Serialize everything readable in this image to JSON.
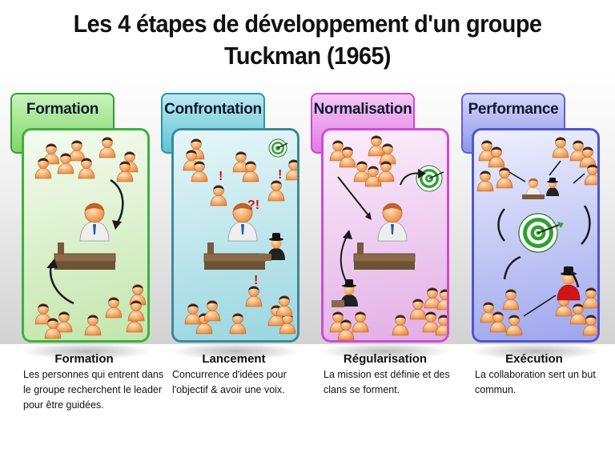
{
  "title": {
    "line1": "Les 4 étapes de développement d'un groupe",
    "line2": "Tuckman (1965)"
  },
  "colors": {
    "formation": "#3cb23c",
    "confrontation": "#2aa6b8",
    "normalisation": "#d04ad6",
    "performance": "#4d55d6",
    "person_skin": "#f5a35a",
    "person_hair": "#3a2418",
    "exclamation": "#e01010",
    "target": "#2fa12f"
  },
  "stages": [
    {
      "tab_label": "Formation",
      "caption_title": "Formation",
      "caption_text": "Les personnes qui entrent dans le groupe recherchent le leader pour être guidées.",
      "icons": [
        "group-icon",
        "leader-icon",
        "desk-icon",
        "cycle-arrow-icon"
      ]
    },
    {
      "tab_label": "Confrontation",
      "caption_title": "Lancement",
      "caption_text": "Concurrence d'idées pour l'objectif & avoir une voix.",
      "icons": [
        "group-icon",
        "leader-icon",
        "target-icon",
        "exclamation-icon",
        "rival-icon"
      ],
      "marks": [
        "!",
        "!",
        "?!",
        "!"
      ]
    },
    {
      "tab_label": "Normalisation",
      "caption_title": "Régularisation",
      "caption_text": "La mission est définie et des clans se forment.",
      "icons": [
        "group-icon",
        "leader-icon",
        "target-icon",
        "arrow-icon"
      ]
    },
    {
      "tab_label": "Performance",
      "caption_title": "Exécution",
      "caption_text": "La collaboration sert un but commun.",
      "icons": [
        "group-icon",
        "leader-icon",
        "target-icon",
        "double-arrow-icon"
      ]
    }
  ]
}
